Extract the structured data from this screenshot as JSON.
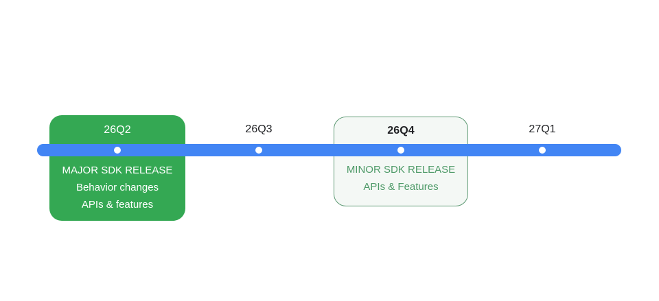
{
  "diagram": {
    "type": "timeline",
    "colors": {
      "bar": "#4285F4",
      "dot": "#FFFFFF",
      "filled_card_bg": "#34A853",
      "outlined_card_bg": "#F4F8F5",
      "outlined_card_border": "#5E9A74",
      "outlined_card_text": "#4E9A68",
      "label_text": "#202124",
      "page_background": "#FFFFFF"
    },
    "milestones": [
      {
        "id": "26q2",
        "label": "26Q2",
        "style": "filled",
        "lines": [
          "MAJOR SDK RELEASE",
          "Behavior changes",
          "APIs & features"
        ]
      },
      {
        "id": "26q3",
        "label": "26Q3",
        "style": "plain",
        "lines": []
      },
      {
        "id": "26q4",
        "label": "26Q4",
        "style": "outlined",
        "lines": [
          "MINOR SDK RELEASE",
          "APIs & Features"
        ]
      },
      {
        "id": "27q1",
        "label": "27Q1",
        "style": "plain",
        "lines": []
      }
    ]
  }
}
